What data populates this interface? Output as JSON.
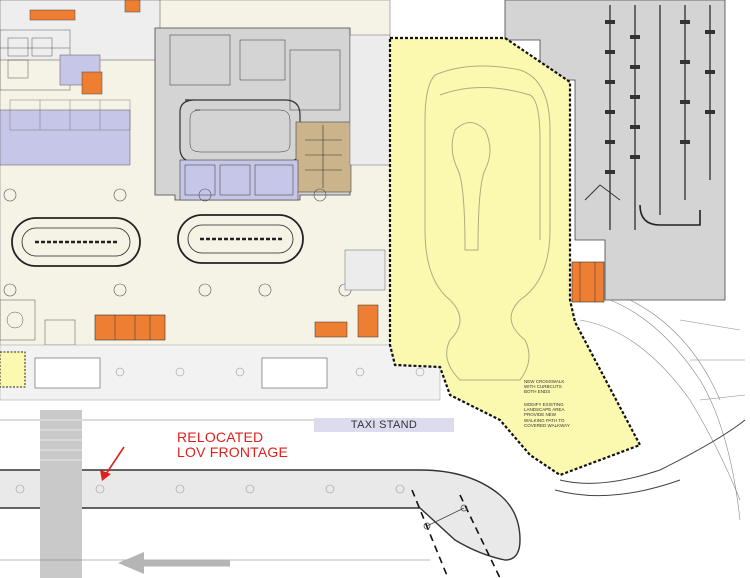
{
  "labels": {
    "relocated_line1": "RELOCATED",
    "relocated_line2": "LOV FRONTAGE",
    "taxi_stand": "TAXI STAND",
    "crosswalk_note": "NEW CROSSWALK WITH CURBCUTS BOTH ENDS",
    "landscape_note": "MODIFY EXISTING LANDSCAPE AREA PROVIDE NEW WALKING PATH TO COVERED WALKWAY"
  },
  "colors": {
    "terminal": "#f5f2e6",
    "highlight": "#fbf8b0",
    "blue_zone": "#c6c6e8",
    "tan_zone": "#cbb48c",
    "orange_zone": "#ee7f32",
    "gray_zone": "#d4d4d4",
    "roadway": "#e9e9e9",
    "annotation": "#e0201c"
  }
}
